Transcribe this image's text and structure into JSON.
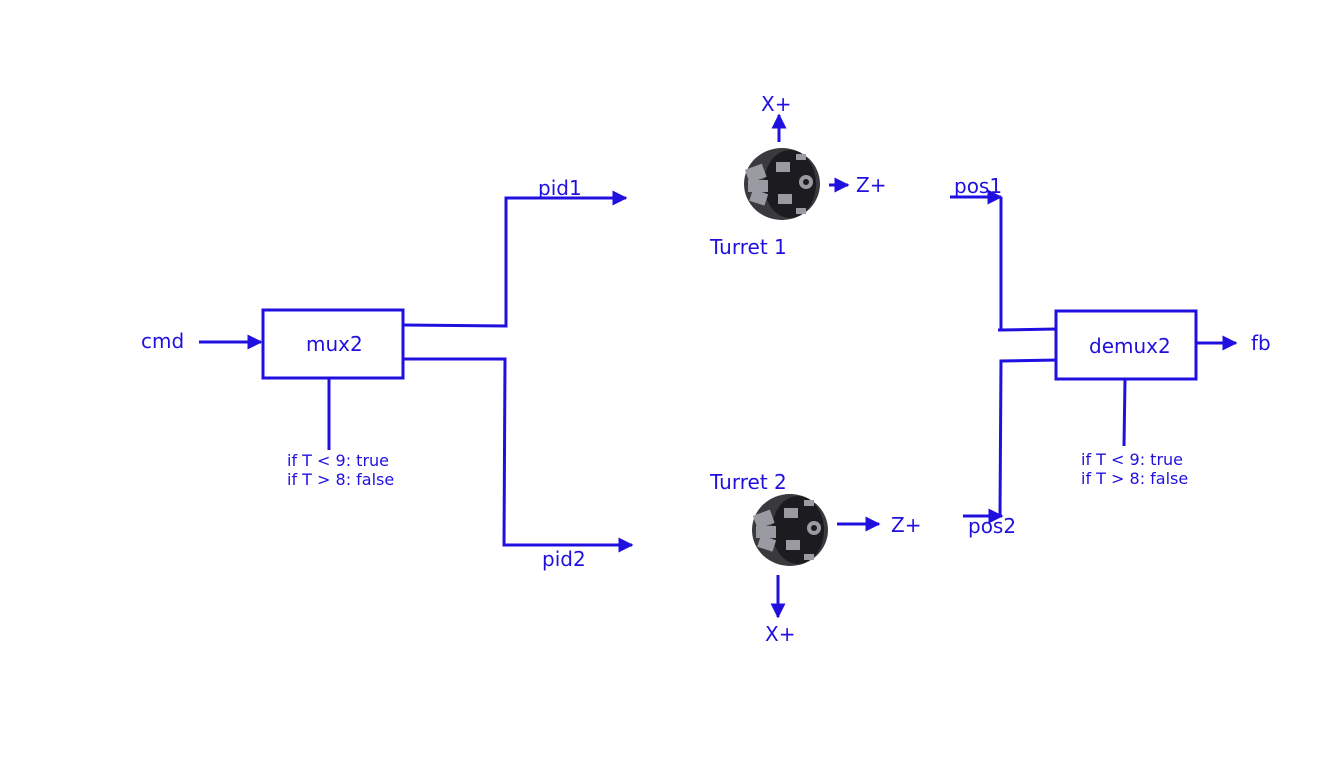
{
  "colors": {
    "ink": "#2010e0",
    "turret_body": "#3a3a3e",
    "turret_dark": "#1c1c20",
    "turret_light": "#9a9aa2"
  },
  "signals": {
    "cmd": "cmd",
    "pid1": "pid1",
    "pid2": "pid2",
    "pos1": "pos1",
    "pos2": "pos2",
    "fb": "fb"
  },
  "blocks": {
    "mux": {
      "label": "mux2",
      "cond_true": "if T < 9: true",
      "cond_false": "if T > 8: false"
    },
    "demux": {
      "label": "demux2",
      "cond_true": "if T < 9: true",
      "cond_false": "if T > 8: false"
    }
  },
  "turrets": [
    {
      "label": "Turret 1",
      "axis_x": "X+",
      "axis_z": "Z+",
      "icon": "lathe-turret-icon"
    },
    {
      "label": "Turret 2",
      "axis_x": "X+",
      "axis_z": "Z+",
      "icon": "lathe-turret-icon"
    }
  ]
}
